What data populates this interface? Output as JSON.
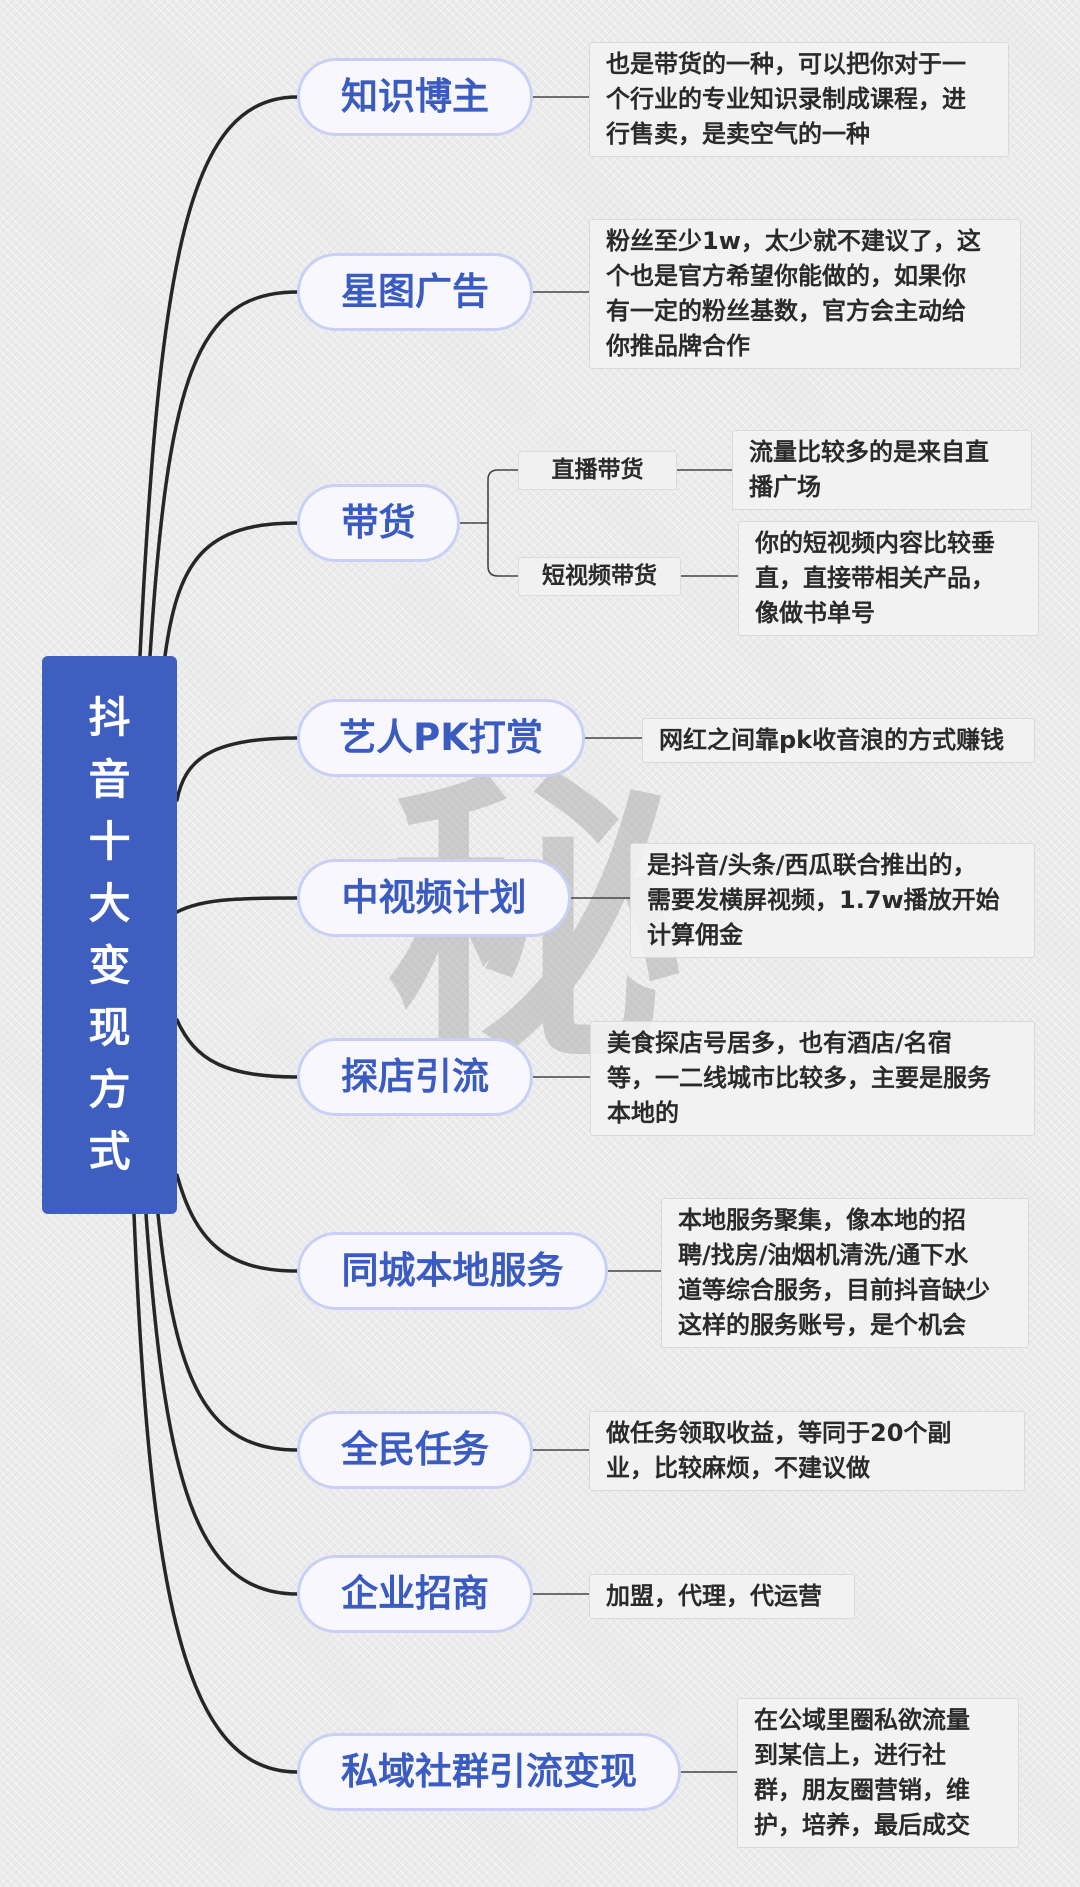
{
  "root": {
    "title": "抖音十大变现方式"
  },
  "watermark": "秘",
  "colors": {
    "root": "#3f5fc0",
    "node_text": "#3a5bbf",
    "node_border": "#c9cff6",
    "line": "#262626"
  },
  "branches": [
    {
      "label": "知识博主",
      "desc": [
        "也是带货的一种，可以把你对于一",
        "个行业的专业知识录制成课程，进",
        "行售卖，是卖空气的一种"
      ]
    },
    {
      "label": "星图广告",
      "desc": [
        "粉丝至少1w，太少就不建议了，这",
        "个也是官方希望你能做的，如果你",
        "有一定的粉丝基数，官方会主动给",
        "你推品牌合作"
      ]
    },
    {
      "label": "带货",
      "subs": [
        {
          "label": "直播带货",
          "desc": [
            "流量比较多的是来自直",
            "播广场"
          ]
        },
        {
          "label": "短视频带货",
          "desc": [
            "你的短视频内容比较垂",
            "直，直接带相关产品，",
            "像做书单号"
          ]
        }
      ]
    },
    {
      "label": "艺人PK打赏",
      "desc": [
        "网红之间靠pk收音浪的方式赚钱"
      ]
    },
    {
      "label": "中视频计划",
      "desc": [
        "是抖音/头条/西瓜联合推出的，",
        "需要发横屏视频，1.7w播放开始",
        "计算佣金"
      ]
    },
    {
      "label": "探店引流",
      "desc": [
        "美食探店号居多，也有酒店/名宿",
        "等，一二线城市比较多，主要是服务",
        "本地的"
      ]
    },
    {
      "label": "同城本地服务",
      "desc": [
        "本地服务聚集，像本地的招",
        "聘/找房/油烟机清洗/通下水",
        "道等综合服务，目前抖音缺少",
        "这样的服务账号，是个机会"
      ]
    },
    {
      "label": "全民任务",
      "desc": [
        "做任务领取收益，等同于20个副",
        "业，比较麻烦，不建议做"
      ]
    },
    {
      "label": "企业招商",
      "desc": [
        "加盟，代理，代运营"
      ]
    },
    {
      "label": "私域社群引流变现",
      "desc": [
        "在公域里圈私欲流量",
        "到某信上，进行社",
        "群，朋友圈营销，维",
        "护，培养，最后成交"
      ]
    }
  ]
}
